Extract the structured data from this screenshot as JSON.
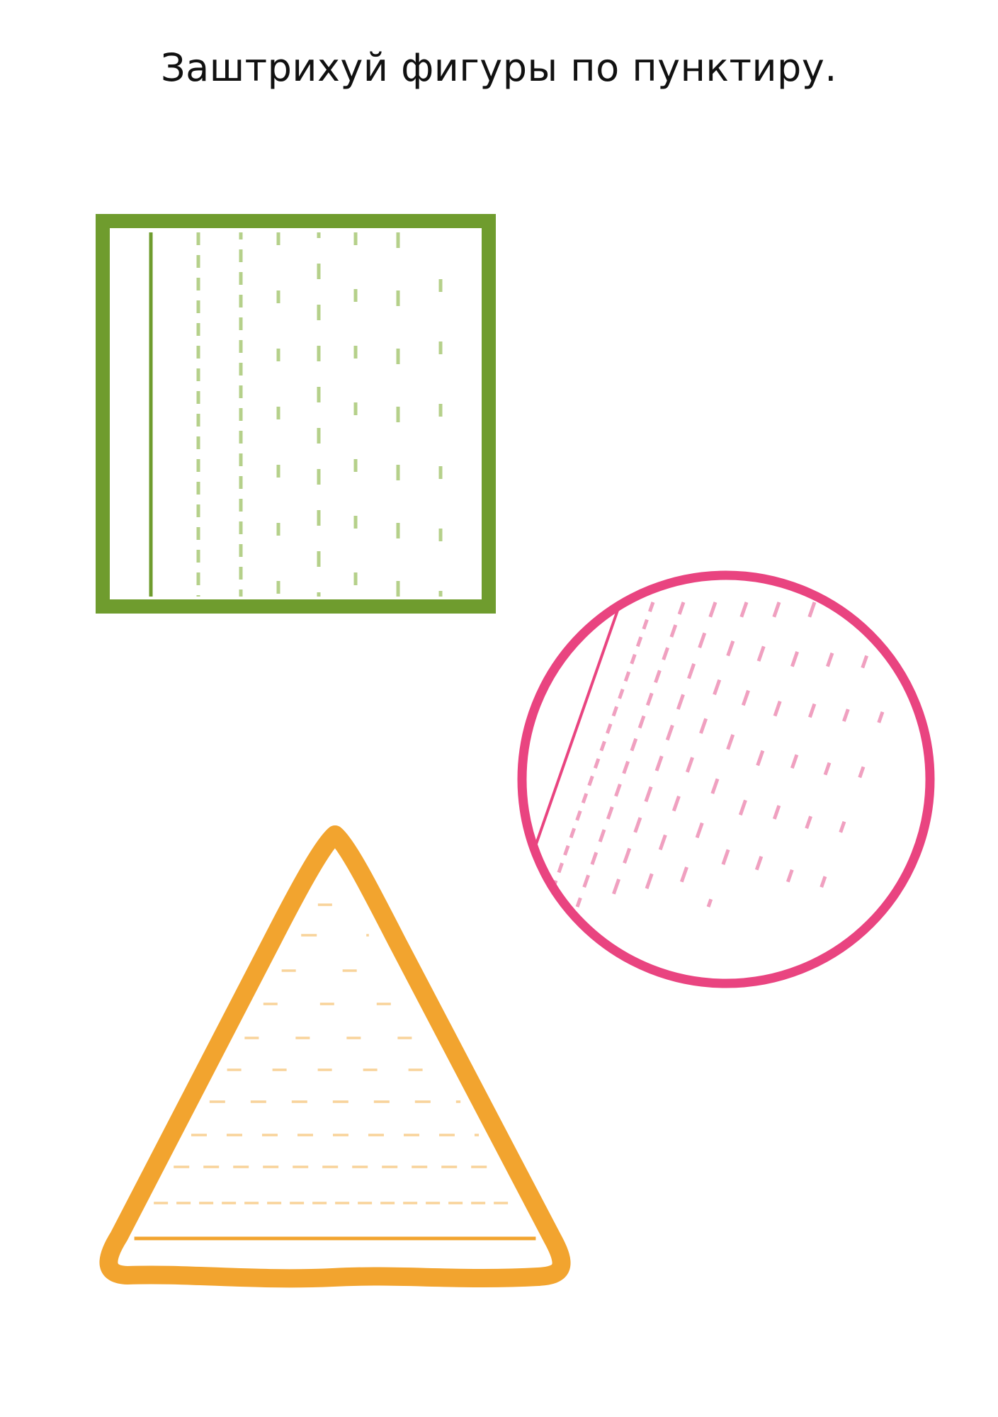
{
  "worksheet": {
    "instruction": "Заштрихуй фигуры по пунктиру."
  },
  "colors": {
    "square": "#6f9c2e",
    "square_hatch": "#b5d08a",
    "circle": "#e94480",
    "circle_hatch": "#f0a0c0",
    "triangle": "#f2a42f",
    "triangle_hatch": "#f8d39a"
  },
  "shapes": [
    {
      "name": "square",
      "hatch": "vertical",
      "hatch_lines": 8
    },
    {
      "name": "circle",
      "hatch": "diagonal",
      "hatch_lines": 10
    },
    {
      "name": "triangle",
      "hatch": "horizontal",
      "hatch_lines": 11
    }
  ]
}
